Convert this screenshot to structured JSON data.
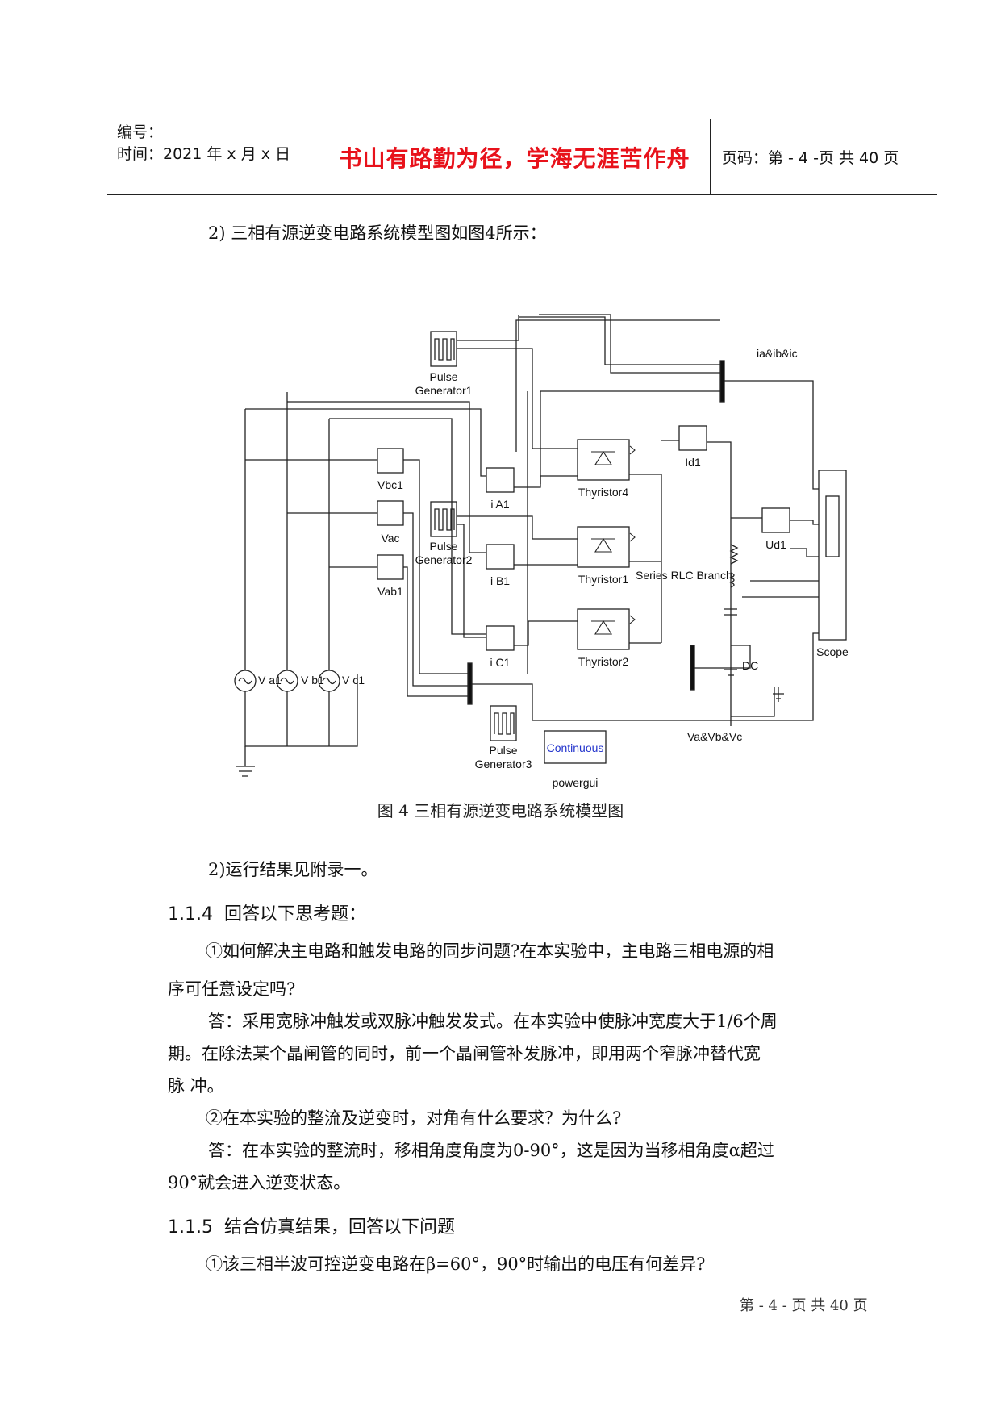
{
  "header": {
    "number_label": "编号：",
    "time_label": "时间：2021 年 x 月 x 日",
    "motto": "书山有路勤为径，学海无涯苦作舟",
    "page_info": "页码：第 - 4 -页  共 40 页"
  },
  "intro": "2)  三相有源逆变电路系统模型图如图4所示：",
  "figure": {
    "labels": {
      "pg1": "Pulse",
      "pg1b": "Generator1",
      "pg2": "Pulse",
      "pg2b": "Generator2",
      "pg3": "Pulse",
      "pg3b": "Generator3",
      "vbc1": "Vbc1",
      "vac": "Vac",
      "vab1": "Vab1",
      "ia1": "i A1",
      "ib1": "i B1",
      "ic1": "i C1",
      "th4": "Thyristor4",
      "th1": "Thyristor1",
      "th2": "Thyristor2",
      "id1": "Id1",
      "ud1": "Ud1",
      "rlc": "Series RLC Branch",
      "dc": "DC",
      "scope": "Scope",
      "iabc": "ia&ib&ic",
      "vabc": "Va&Vb&Vc",
      "va1": "V a1",
      "vb1": "V b1",
      "vc1": "V c1",
      "continuous": "Continuous",
      "powergui": "powergui"
    }
  },
  "caption": "图 4    三相有源逆变电路系统模型图",
  "run_result": "2)运行结果见附录一。",
  "sec114": {
    "num": "1.1.4",
    "title": "回答以下思考题："
  },
  "q1_line1": "①如何解决主电路和触发电路的同步问题?在本实验中，主电路三相电源的相",
  "q1_line2": "序可任意设定吗?",
  "a1_line1": "答：采用宽脉冲触发或双脉冲触发发式。在本实验中使脉冲宽度大于1/6个周",
  "a1_line2": "期。在除法某个晶闸管的同时，前一个晶闸管补发脉冲，即用两个窄脉冲替代宽",
  "a1_line3": "脉  冲。",
  "q2": "②在本实验的整流及逆变时，对角有什么要求？为什么?",
  "a2_line1": "答：在本实验的整流时，移相角度角度为0-90°，这是因为当移相角度α超过",
  "a2_line2": "90°就会进入逆变状态。",
  "sec115": {
    "num": "1.1.5",
    "title": "结合仿真结果，回答以下问题"
  },
  "q3": "①该三相半波可控逆变电路在β=60°，90°时输出的电压有何差异?",
  "footer": "第 - 4 -  页  共  40  页"
}
